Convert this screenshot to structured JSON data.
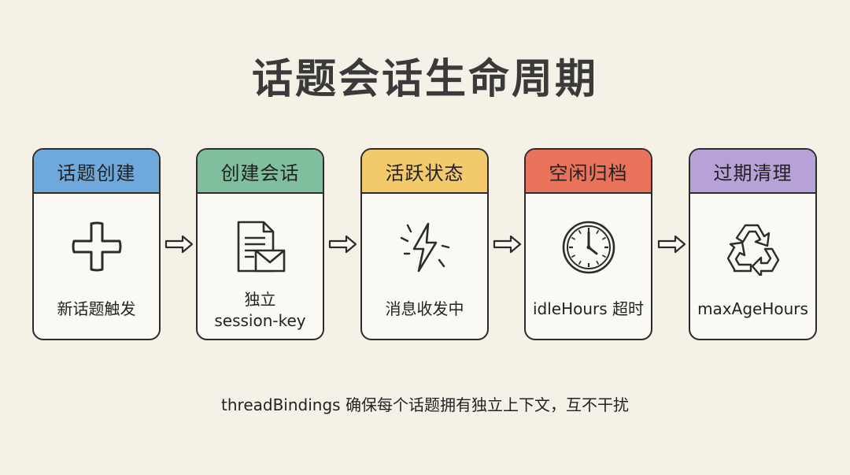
{
  "title": "话题会话生命周期",
  "stages": [
    {
      "header": "话题创建",
      "color": "#6fa8dc",
      "lines": [
        "新话题触发"
      ],
      "icon": "plus-icon"
    },
    {
      "header": "创建会话",
      "color": "#7fbf9e",
      "lines": [
        "独立",
        "session-key"
      ],
      "icon": "document-envelope-icon"
    },
    {
      "header": "活跃状态",
      "color": "#f2c96b",
      "lines": [
        "消息收发中"
      ],
      "icon": "lightning-icon"
    },
    {
      "header": "空闲归档",
      "color": "#e8735a",
      "lines": [
        "idleHours 超时"
      ],
      "icon": "clock-icon"
    },
    {
      "header": "过期清理",
      "color": "#b6a2d6",
      "lines": [
        "maxAgeHours"
      ],
      "icon": "recycle-icon"
    }
  ],
  "footer": "threadBindings 确保每个话题拥有独立上下文，互不干扰"
}
